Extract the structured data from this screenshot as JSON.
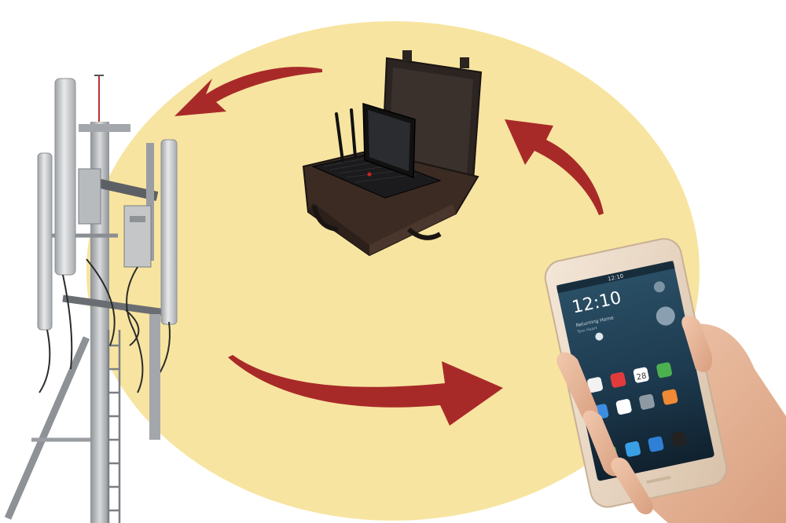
{
  "colors": {
    "background": "#ffffff",
    "ellipse": "#f7e4a0",
    "arrow": "#a82a28",
    "tower": "#b5b8bb",
    "tower_dark": "#6d7175",
    "case_body": "#3b2a22",
    "case_lid": "#2a2320",
    "laptop": "#1c1c1e",
    "phone_frame": "#e9d7c4",
    "phone_screen": "#1f3a4d",
    "skin": "#e9b99c"
  },
  "icons": {
    "tower": "cell-tower-icon",
    "case": "rugged-case-laptop-icon",
    "phone": "smartphone-in-hand-icon"
  },
  "phone": {
    "status_time": "12:10",
    "clock": "12:10",
    "calendar_day": "28",
    "widget_line1": "Returning Home",
    "widget_line2": "Tom Heart"
  }
}
